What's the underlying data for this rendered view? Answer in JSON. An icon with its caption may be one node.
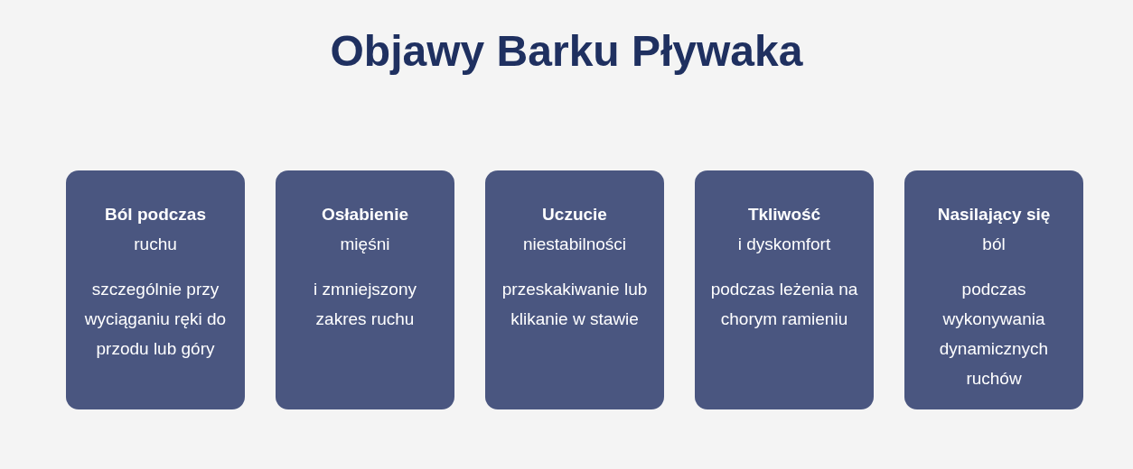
{
  "diagram": {
    "title": "Objawy Barku Pływaka",
    "nodes": [
      {
        "text": [
          "Ból podczas",
          "ruchu",
          "szczególnie przy wyciąganiu ręki do przodu lub góry"
        ]
      },
      {
        "text": [
          "Osłabienie",
          "mięśni",
          "i zmniejszony zakres ruchu"
        ]
      },
      {
        "text": [
          "Uczucie",
          "niestabilności",
          "przeskakiwanie lub klikanie w stawie"
        ]
      },
      {
        "text": [
          "Tkliwość",
          "i dyskomfort",
          "podczas leżenia na chorym ramieniu"
        ]
      },
      {
        "text": [
          "Nasilający się",
          "ból",
          "podczas wykonywania dynamicznych ruchów"
        ]
      }
    ]
  }
}
